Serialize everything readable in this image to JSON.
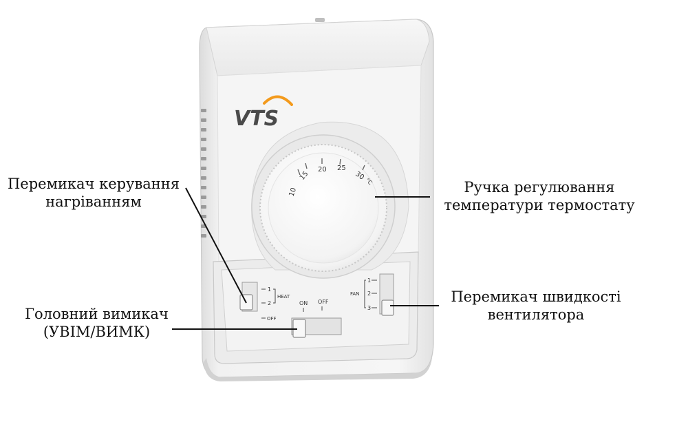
{
  "device": {
    "brand": "VTS",
    "dial_scale": [
      "10",
      "15",
      "20",
      "25",
      "30"
    ],
    "dial_unit": "°C",
    "heat_switch": {
      "label": "HEAT",
      "positions": [
        "1",
        "2",
        "OFF"
      ]
    },
    "main_switch": {
      "on_label": "ON",
      "off_label": "OFF"
    },
    "fan_switch": {
      "label": "FAN",
      "positions": [
        "1",
        "2",
        "3"
      ]
    }
  },
  "callouts": {
    "heat_switch": {
      "line1": "Перемикач керування",
      "line2": "нагріванням"
    },
    "main_switch": {
      "line1": "Головний вимикач",
      "line2": "(УВІМ/ВИМК)"
    },
    "temperature_knob": {
      "line1": "Ручка регулювання",
      "line2": "температури термостату"
    },
    "fan_switch": {
      "line1": "Перемикач швидкості",
      "line2": "вентилятора"
    }
  },
  "colors": {
    "body": "#f2f2f2",
    "shadow": "#d6d6d6",
    "outline": "#bdbdbd",
    "brand_text": "#4a4a4a",
    "brand_arc": "#f39a1c",
    "leader": "#111111"
  }
}
